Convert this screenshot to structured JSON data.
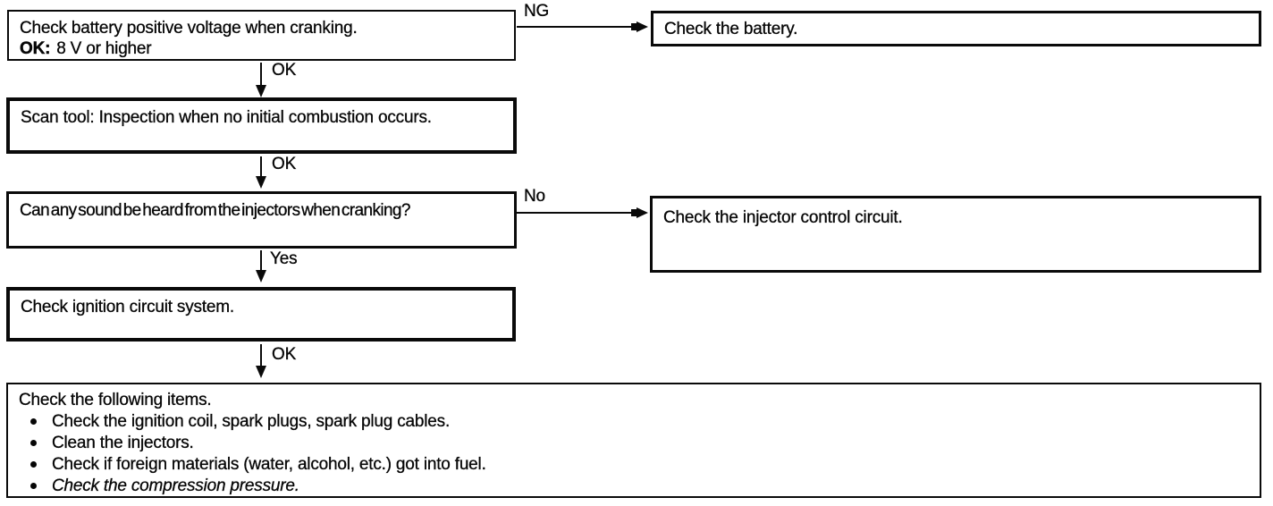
{
  "flow": {
    "colors": {
      "ink": "#0a0a0a",
      "background": "#ffffff"
    },
    "boxes": {
      "battery_voltage": {
        "line1": "Check battery positive voltage when cranking.",
        "ok_prefix": "OK:",
        "ok_text": "8 V or higher"
      },
      "check_battery": {
        "text": "Check the battery."
      },
      "scan_tool": {
        "text": "Scan tool: Inspection when no initial combustion occurs."
      },
      "injector_sound": {
        "text": "Can any sound be heard from the injectors when cranking?"
      },
      "injector_circuit": {
        "text": "Check the injector control circuit."
      },
      "ignition_circuit": {
        "text": "Check ignition circuit system."
      },
      "final": {
        "title": "Check the following items.",
        "bullets": [
          "Check the ignition coil, spark plugs, spark plug cables.",
          "Clean the injectors.",
          "Check if foreign materials (water, alcohol, etc.) got into fuel.",
          "Check the compression pressure."
        ]
      }
    },
    "labels": {
      "ng": "NG",
      "ok1": "OK",
      "ok2": "OK",
      "yes": "Yes",
      "no": "No",
      "ok3": "OK"
    }
  }
}
